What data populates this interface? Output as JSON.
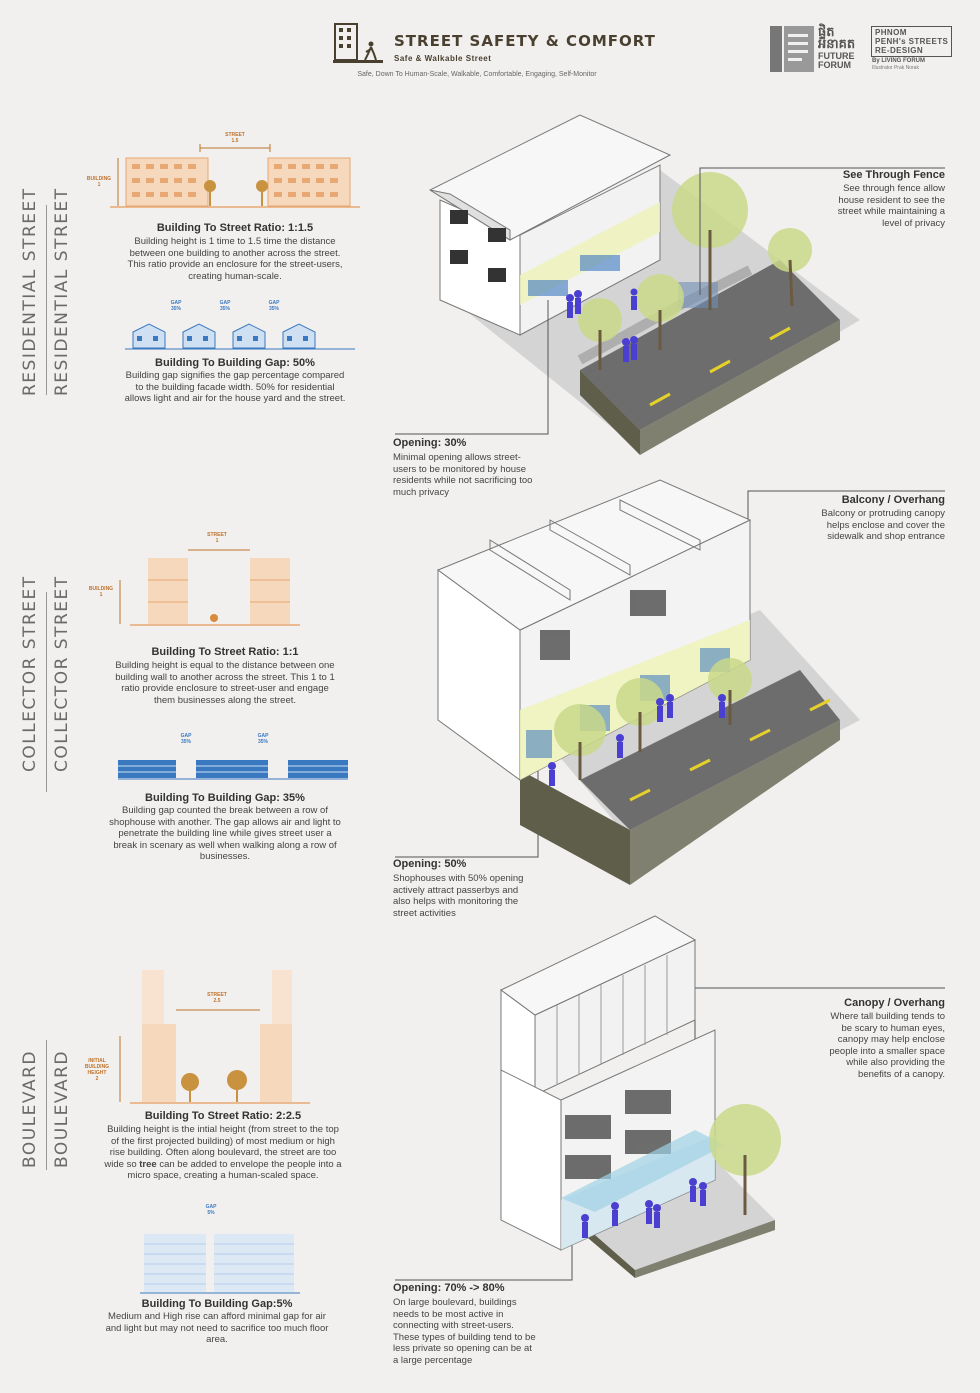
{
  "header": {
    "title": "STREET SAFETY & COMFORT",
    "subtitle": "Safe & Walkable Street",
    "description": "Safe, Down To Human-Scale, Walkable, Comfortable, Engaging, Self-Monitor",
    "brand_khmer": "ផ្ទិត\nអនាគត",
    "brand_future": "FUTURE\nFORUM",
    "brand_project": "PHNOM\nPENH's STREETS\nRE-DESIGN",
    "brand_by": "By LIVING FORUM",
    "brand_illustrator": "Illustrator Prak Norak"
  },
  "sections": [
    {
      "label": "RESIDENTIAL STREET"
    },
    {
      "label": "COLLECTOR STREET"
    },
    {
      "label": "BOULEVARD"
    }
  ],
  "residential": {
    "diagram_street": "STREET\n1.5",
    "diagram_building": "BUILDING\n1",
    "ratio_title": "Building To Street Ratio: 1:1.5",
    "ratio_text": "Building height is 1 time to 1.5 time the distance between one building to another across the street. This ratio provide an enclosure for the street-users, creating human-scale.",
    "gaps": [
      "GAP\n35%",
      "GAP\n35%",
      "GAP\n35%"
    ],
    "gap_title": "Building To Building Gap: 50%",
    "gap_text": "Building gap signifies the gap percentage compared to the building facade width. 50% for residential allows light and air for the house yard and the street.",
    "callout_title": "See Through Fence",
    "callout_text": "See through fence allow house resident to see the street while maintaining a level of privacy",
    "opening_title": "Opening: 30%",
    "opening_text": "Minimal opening allows street-users to be monitored by house residents while not sacrificing too much privacy"
  },
  "collector": {
    "diagram_street": "STREET\n1",
    "diagram_building": "BUILDING\n1",
    "ratio_title": "Building To Street Ratio: 1:1",
    "ratio_text": "Building height is equal to the distance between one building wall to another across the street. This 1 to 1 ratio provide enclosure to street-user and engage them businesses along the street.",
    "gaps": [
      "GAP\n35%",
      "GAP\n35%"
    ],
    "gap_title": "Building To Building Gap: 35%",
    "gap_text": "Building gap counted the break between a row of shophouse with another. The gap allows air and light to penetrate the building line while gives street user a break in scenary as well when walking along a row of businesses.",
    "callout_title": "Balcony / Overhang",
    "callout_text": "Balcony or protruding canopy helps enclose and cover the sidewalk and shop entrance",
    "opening_title": "Opening: 50%",
    "opening_text": "Shophouses with 50% opening actively attract passerbys and also helps with monitoring the street activities"
  },
  "boulevard": {
    "diagram_street": "STREET\n2.5",
    "diagram_building": "INITIAL\nBUILDING\nHEIGHT\n2",
    "ratio_title": "Building To Street Ratio: 2:2.5",
    "ratio_text_a": "Building height is the intial height (from street to the top of the first projected building) of most medium or high rise building. Often along boulevard, the street are too wide so ",
    "ratio_text_bold": "tree",
    "ratio_text_b": " can be added to envelope the people into a micro space, creating a human-scaled space.",
    "gaps": [
      "GAP\n5%"
    ],
    "gap_title": "Building To Building Gap:5%",
    "gap_text": "Medium and High rise can afford minimal gap for air and light but may not need to sacrifice too much floor area.",
    "callout_title": "Canopy / Overhang",
    "callout_text": "Where tall building tends to be scary to human eyes, canopy may help enclose people into a smaller space while also providing the benefits of a canopy.",
    "opening_title": "Opening: 70% -> 80%",
    "opening_text": "On large boulevard, buildings needs to be most active in connecting with street-users. These types of building tend to be less private so opening can be at a large percentage"
  },
  "colors": {
    "accent": "#c0722c",
    "gap_blue": "#3a78c0",
    "glass": "#eef3b8",
    "person": "#4b3fd1",
    "tree": "#c9d98a",
    "road": "#6d6d6d",
    "soil": "#5e5e4a"
  }
}
